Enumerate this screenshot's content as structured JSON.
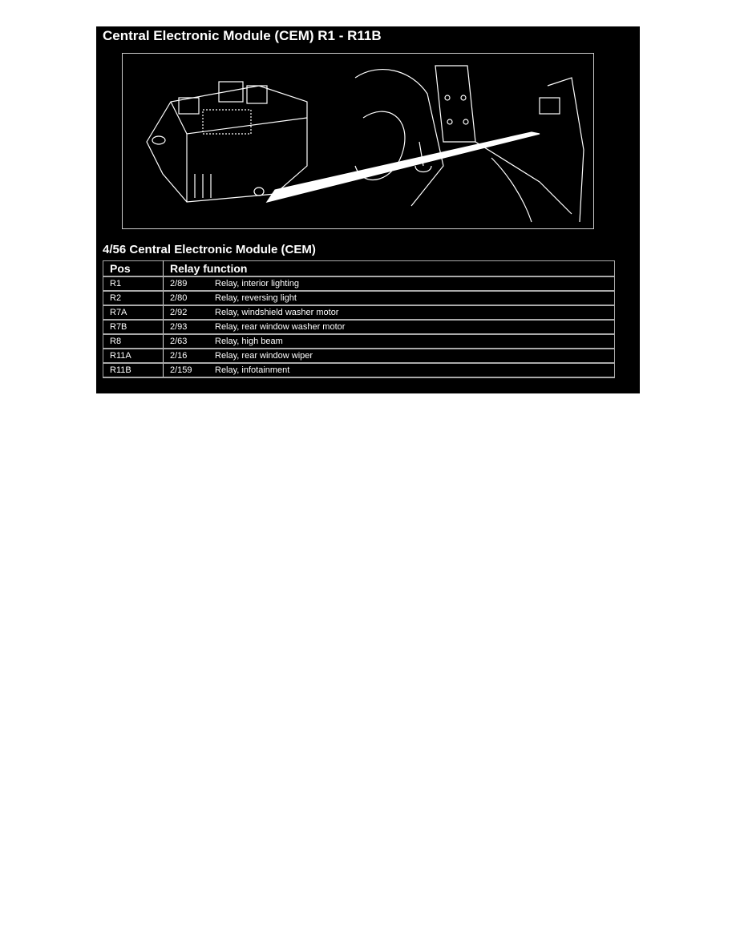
{
  "title": "Central Electronic Module (CEM) R1 - R11B",
  "subtitle": "4/56 Central Electronic Module (CEM)",
  "table": {
    "headers": [
      "Pos",
      "Relay function"
    ],
    "rows": [
      {
        "pos": "R1",
        "code": "2/89",
        "function": "Relay, interior lighting"
      },
      {
        "pos": "R2",
        "code": "2/80",
        "function": "Relay, reversing light"
      },
      {
        "pos": "R7A",
        "code": "2/92",
        "function": "Relay, windshield washer motor"
      },
      {
        "pos": "R7B",
        "code": "2/93",
        "function": "Relay, rear window washer motor"
      },
      {
        "pos": "R8",
        "code": "2/63",
        "function": "Relay, high beam"
      },
      {
        "pos": "R11A",
        "code": "2/16",
        "function": "Relay, rear window wiper"
      },
      {
        "pos": "R11B",
        "code": "2/159",
        "function": "Relay, infotainment"
      }
    ]
  }
}
